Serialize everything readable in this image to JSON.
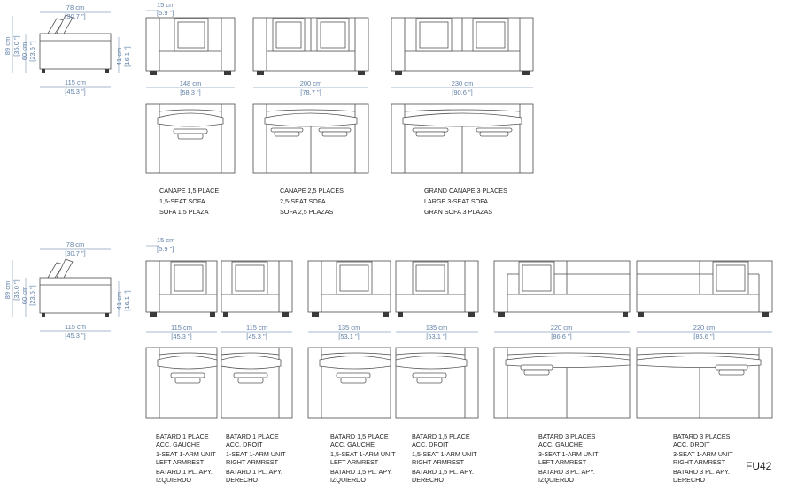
{
  "page_code": "FU42",
  "side_views": [
    {
      "depth": [
        "78 cm",
        "[30.7 \"]"
      ],
      "height": [
        "89 cm",
        "[35.0 \"]"
      ],
      "seat": [
        "60 cm",
        "[23.6 \"]"
      ],
      "arm": [
        "41 cm",
        "[16.1 \"]"
      ],
      "width": [
        "115 cm",
        "[45.3 \"]"
      ]
    },
    {
      "depth": [
        "78 cm",
        "[30.7 \"]"
      ],
      "height": [
        "89 cm",
        "[35.0 \"]"
      ],
      "seat": [
        "60 cm",
        "[23.6 \"]"
      ],
      "arm": [
        "41 cm",
        "[16.1 \"]"
      ],
      "width": [
        "115 cm",
        "[45.3 \"]"
      ]
    }
  ],
  "arm_dims": [
    [
      "15 cm",
      "[5.9 \"]"
    ],
    [
      "15 cm",
      "[5.9 \"]"
    ]
  ],
  "top_sofas": [
    {
      "width": [
        "148 cm",
        "[58.3 \"]"
      ],
      "labels": [
        "CANAPE 1,5  PLACE",
        "1,5-SEAT SOFA",
        "SOFA 1,5 PLAZA"
      ]
    },
    {
      "width": [
        "200 cm",
        "[78.7 \"]"
      ],
      "labels": [
        "CANAPE 2,5  PLACES",
        "2,5-SEAT SOFA",
        "SOFA 2,5 PLAZAS"
      ]
    },
    {
      "width": [
        "230 cm",
        "[90.6 \"]"
      ],
      "labels": [
        "GRAND CANAPE 3 PLACES",
        "LARGE 3-SEAT SOFA",
        "GRAN SOFA 3 PLAZAS"
      ]
    }
  ],
  "units": [
    {
      "width": [
        "115 cm",
        "[45.3 \"]"
      ],
      "labels": [
        "BATARD 1 PLACE",
        "ACC. GAUCHE",
        "1-SEAT 1-ARM UNIT",
        "LEFT ARMREST",
        "BATARD 1 PL. APY.",
        "IZQUIERDO"
      ]
    },
    {
      "width": [
        "115 cm",
        "[45.3 \"]"
      ],
      "labels": [
        "BATARD 1 PLACE",
        "ACC. DROIT",
        "1-SEAT 1-ARM UNIT",
        "RIGHT ARMREST",
        "BATARD 1 PL. APY.",
        "DERECHO"
      ]
    },
    {
      "width": [
        "135 cm",
        "[53.1 \"]"
      ],
      "labels": [
        "BATARD 1,5 PLACE",
        "ACC. GAUCHE",
        "1,5-SEAT 1-ARM UNIT",
        "LEFT ARMREST",
        "BATARD 1,5 PL. APY.",
        "IZQUIERDO"
      ]
    },
    {
      "width": [
        "135 cm",
        "[53.1 \"]"
      ],
      "labels": [
        "BATARD 1,5 PLACE",
        "ACC. DROIT",
        "1,5-SEAT 1-ARM UNIT",
        "RIGHT ARMREST",
        "BATARD 1,5 PL. APY.",
        "DERECHO"
      ]
    },
    {
      "width": [
        "220 cm",
        "[86.6 \"]"
      ],
      "labels": [
        "BATARD 3 PLACES",
        "ACC. GAUCHE",
        "3-SEAT 1-ARM UNIT",
        "LEFT ARMREST",
        "BATARD 3 PL. APY.",
        "IZQUIERDO"
      ]
    },
    {
      "width": [
        "220 cm",
        "[86.6 \"]"
      ],
      "labels": [
        "BATARD 3 PLACES",
        "ACC. DROIT",
        "3-SEAT 1-ARM UNIT",
        "RIGHT ARMREST",
        "BATARD 3 PL. APY.",
        "DERECHO"
      ]
    }
  ]
}
